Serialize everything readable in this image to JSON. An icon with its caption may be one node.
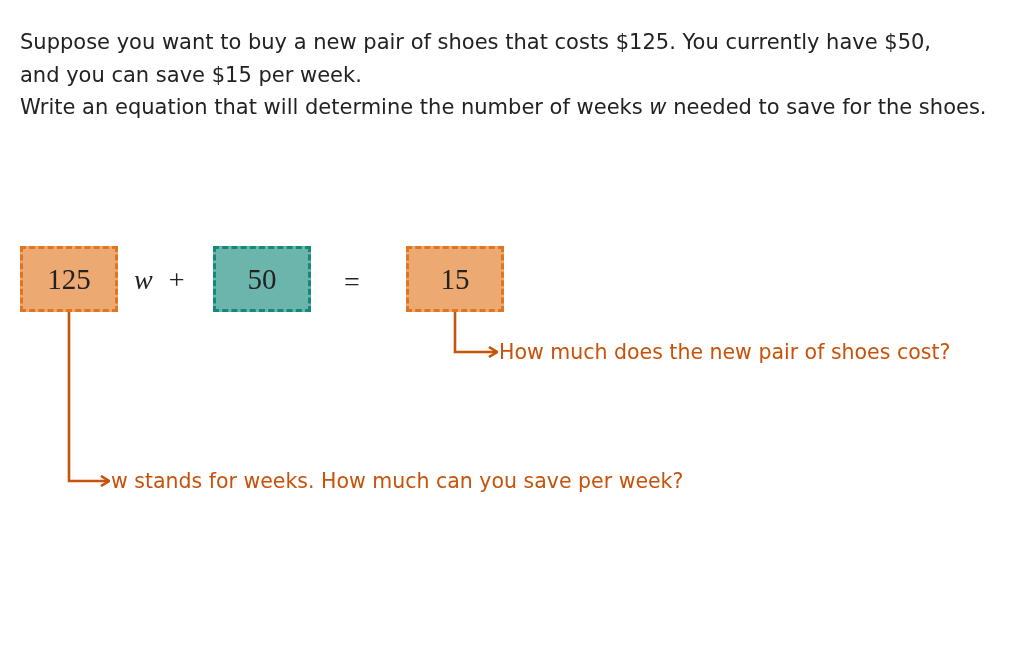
{
  "diagram": {
    "nodes": [
      {
        "text": [
          "125"
        ]
      },
      {
        "text": [
          "50"
        ]
      },
      {
        "text": [
          "15"
        ]
      },
      {
        "text": [
          "How much does the new pair of shoes cost?"
        ]
      },
      {
        "text": [
          "w stands for weeks. How much can you save per week?"
        ]
      }
    ],
    "edges": [
      {
        "from": 2,
        "to": 3,
        "arrow": "to"
      },
      {
        "from": 0,
        "to": 4,
        "arrow": "to"
      }
    ],
    "labels": [
      "Suppose you want to buy a new pair of shoes that costs $125. You currently have $50, and you can save $15 per week.",
      "Write an equation that will determine the number of weeks *w* needed to save for the shoes.",
      "*w* +",
      "="
    ]
  }
}
